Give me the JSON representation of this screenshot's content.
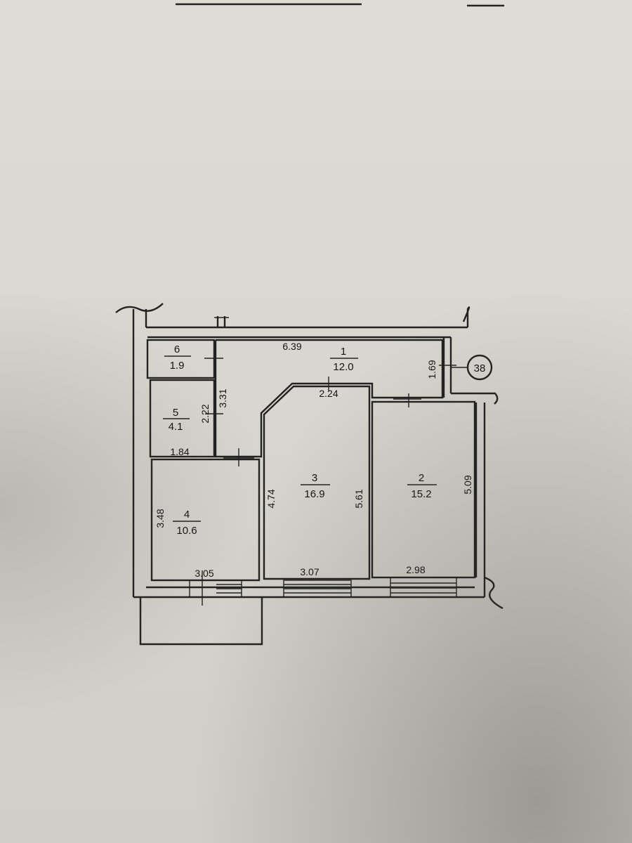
{
  "plan": {
    "rooms": [
      {
        "id": "1",
        "area": "12.0"
      },
      {
        "id": "2",
        "area": "15.2"
      },
      {
        "id": "3",
        "area": "16.9"
      },
      {
        "id": "4",
        "area": "10.6"
      },
      {
        "id": "5",
        "area": "4.1"
      },
      {
        "id": "6",
        "area": "1.9"
      }
    ],
    "dimensions": {
      "hall_width": "6.39",
      "hall_depth": "1.69",
      "hall_inner": "2.24",
      "bath_height": "3.31",
      "bath5_height": "2.22",
      "bath5_width": "1.84",
      "room4_height": "3.48",
      "room4_width": "3.05",
      "room3_left": "4.74",
      "room3_right": "5.61",
      "room3_width": "3.07",
      "room2_height": "5.09",
      "room2_width": "2.98"
    },
    "apartment_number": "38"
  }
}
